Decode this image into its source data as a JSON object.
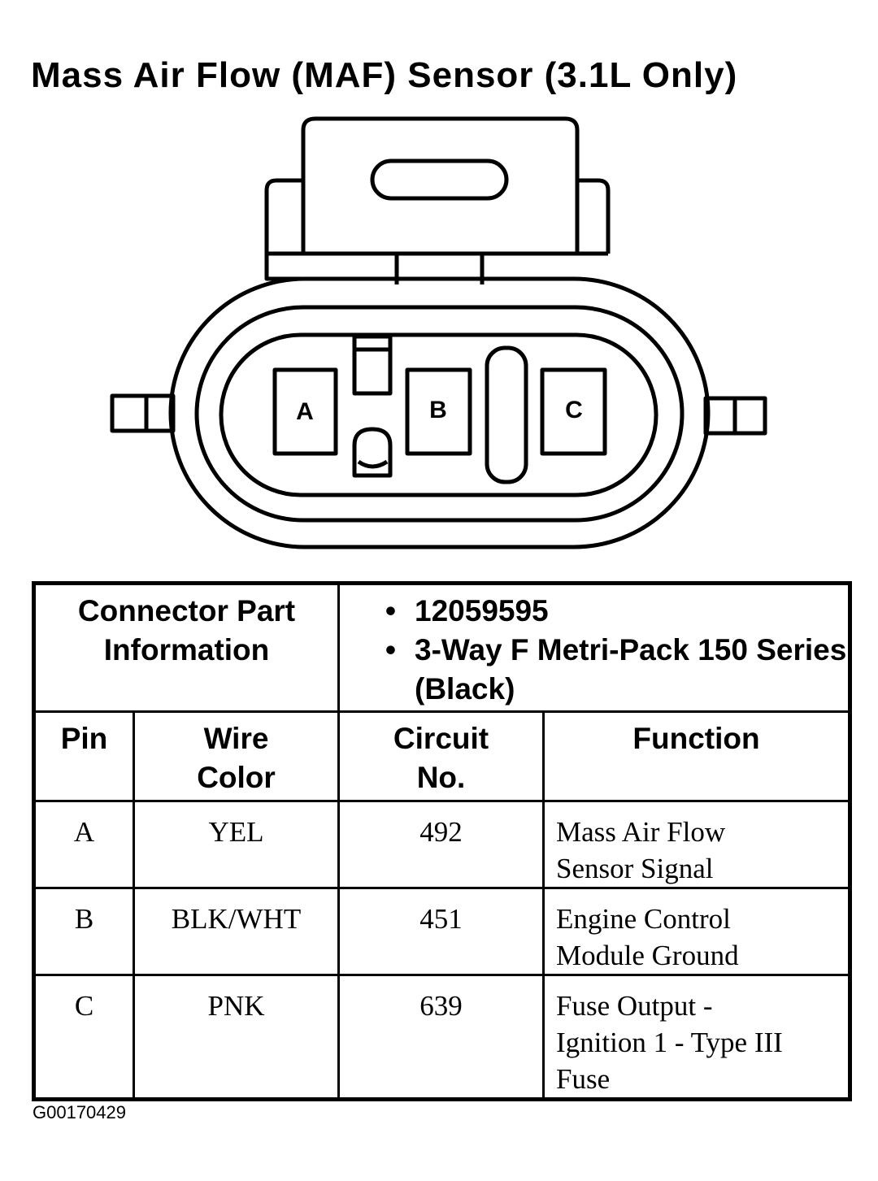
{
  "title": "Mass Air Flow (MAF) Sensor (3.1L Only)",
  "connector": {
    "pins": [
      "A",
      "B",
      "C"
    ]
  },
  "table": {
    "part_info_label": [
      "Connector Part",
      "Information"
    ],
    "part_info_values": [
      "12059595",
      "3-Way F Metri-Pack 150 Series (Black)"
    ],
    "headers": {
      "pin": "Pin",
      "wire_color": [
        "Wire",
        "Color"
      ],
      "circuit_no": [
        "Circuit",
        "No."
      ],
      "function": "Function"
    },
    "rows": [
      {
        "pin": "A",
        "wire_color": "YEL",
        "circuit": "492",
        "function": [
          "Mass Air Flow",
          "Sensor Signal"
        ]
      },
      {
        "pin": "B",
        "wire_color": "BLK/WHT",
        "circuit": "451",
        "function": [
          "Engine Control",
          "Module Ground"
        ]
      },
      {
        "pin": "C",
        "wire_color": "PNK",
        "circuit": "639",
        "function": [
          "Fuse Output -",
          "Ignition 1 - Type III",
          "Fuse"
        ]
      }
    ]
  },
  "figure_code": "G00170429"
}
